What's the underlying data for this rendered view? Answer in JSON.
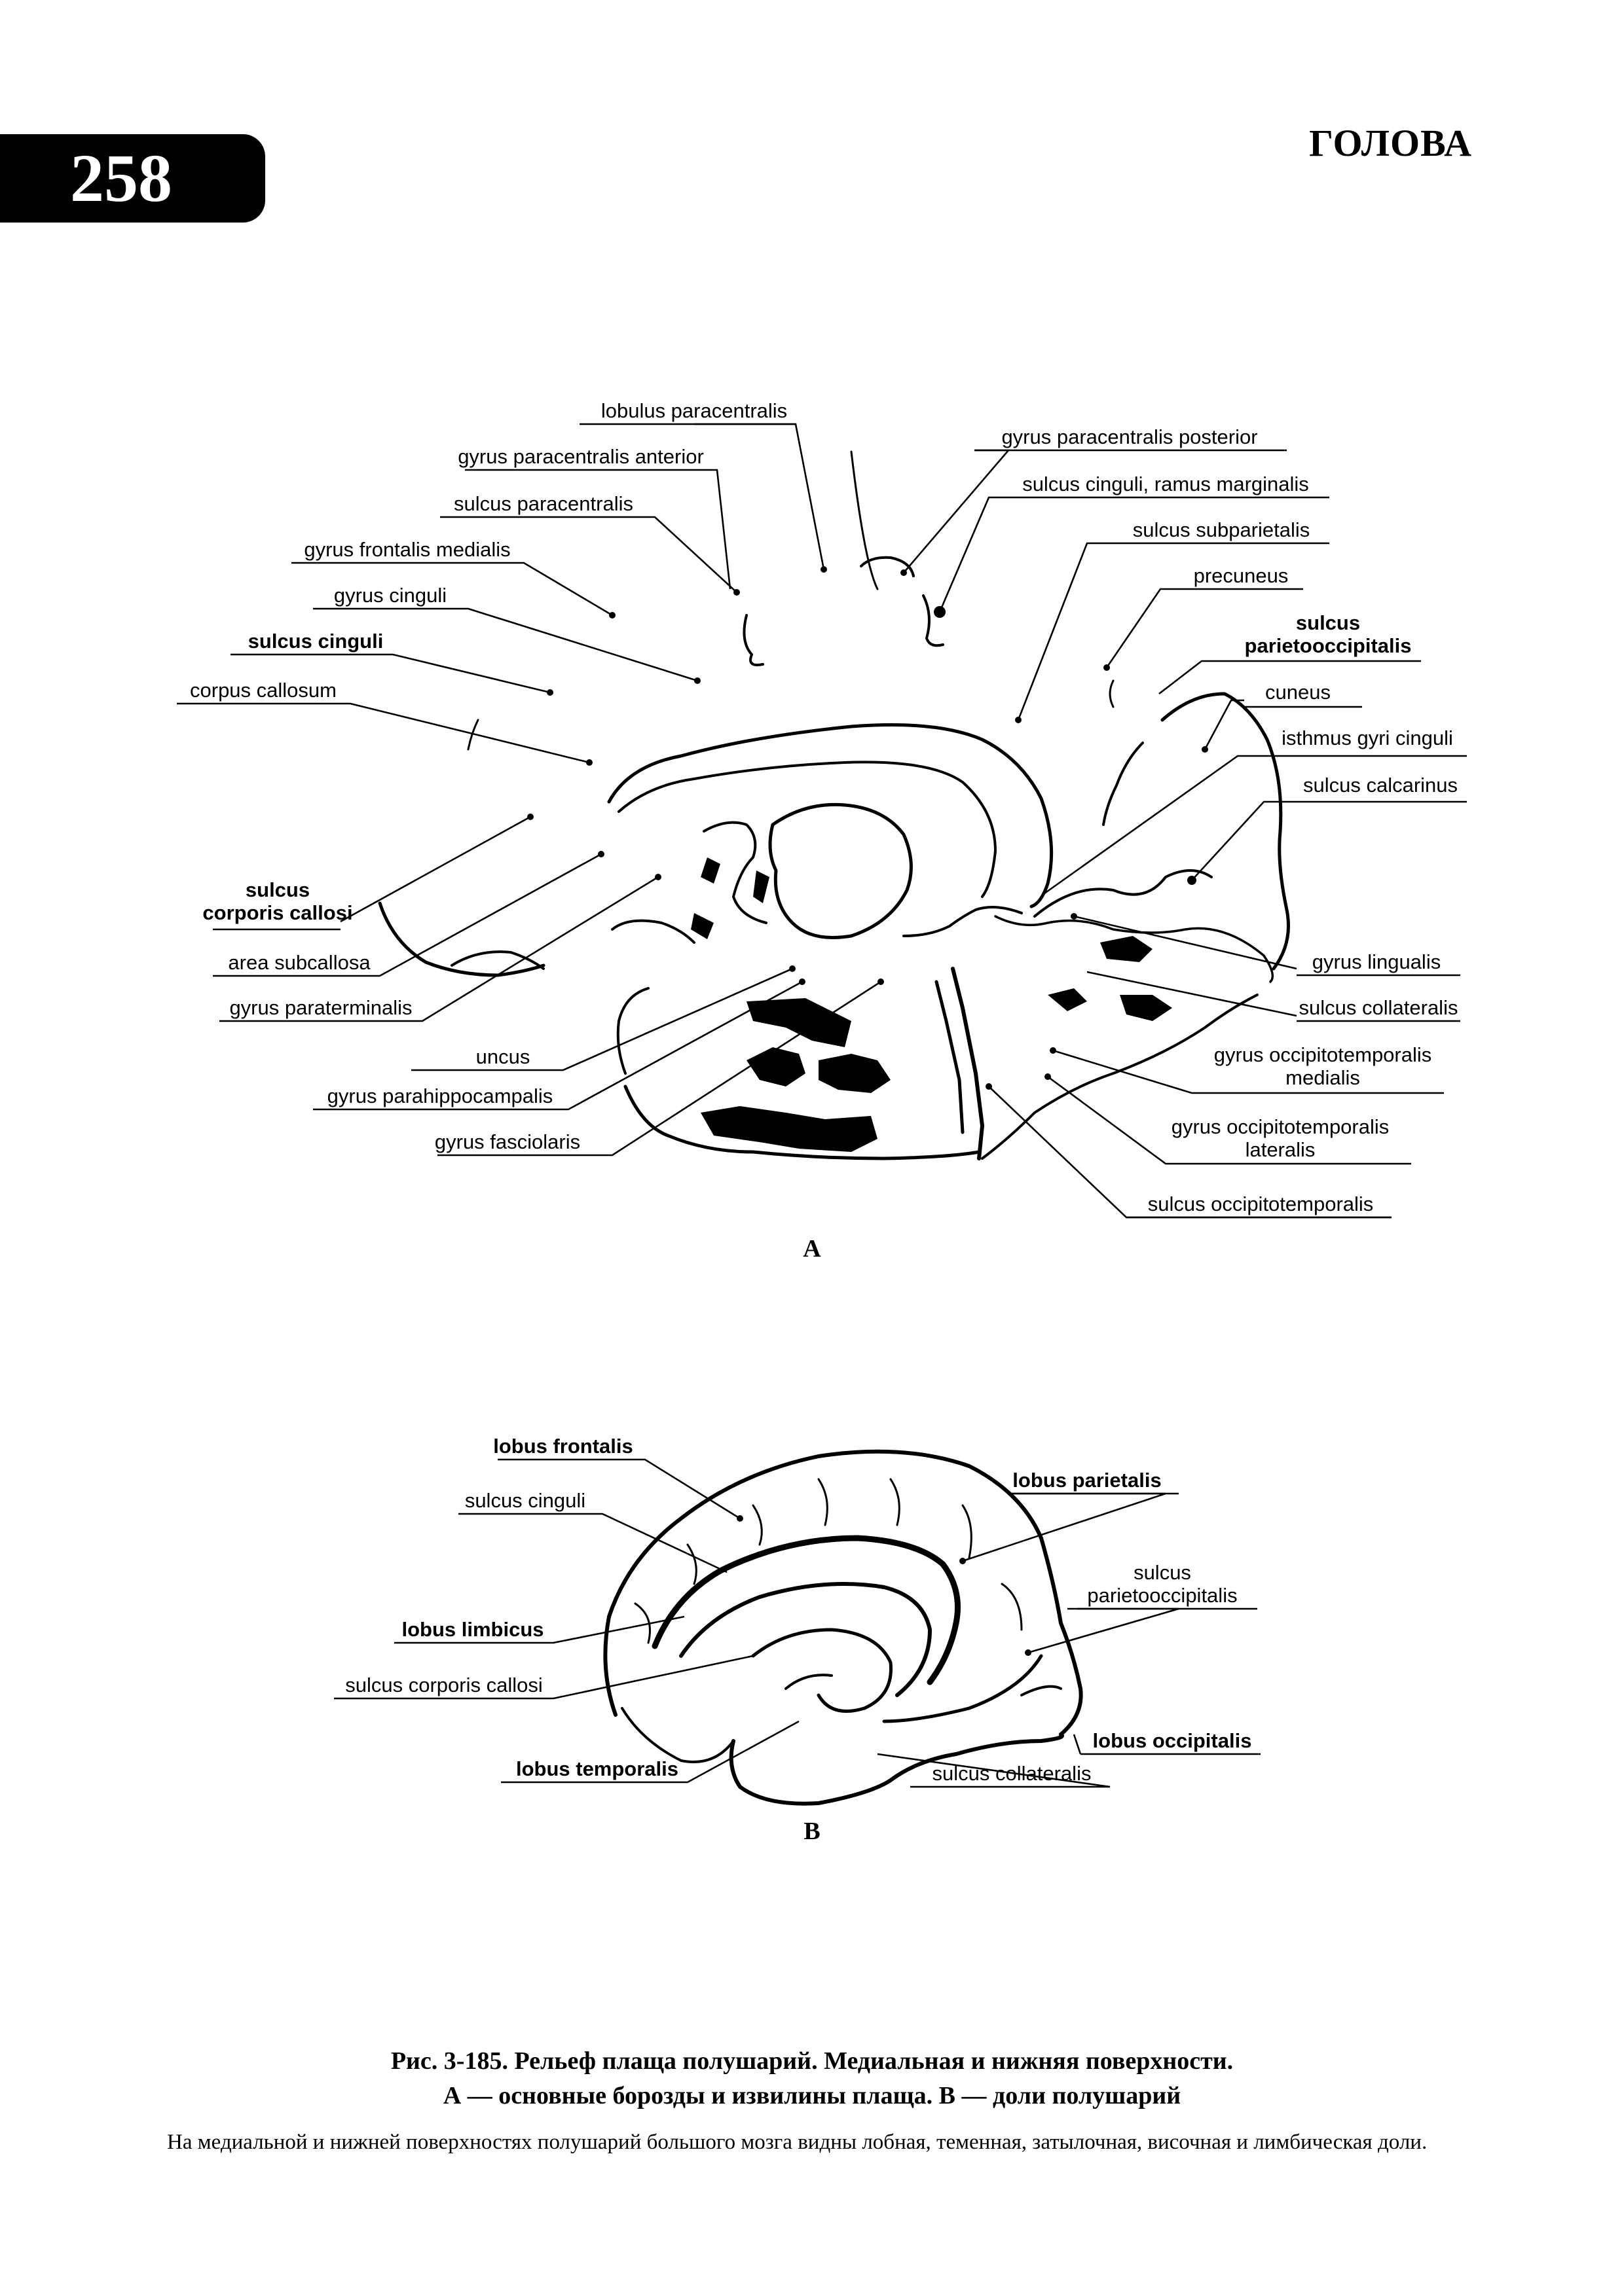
{
  "header": {
    "page_number": "258",
    "section_title": "ГОЛОВА"
  },
  "figure_a": {
    "letter": "А",
    "labels": {
      "lobulus_paracentralis": "lobulus paracentralis",
      "gyrus_paracentralis_anterior": "gyrus paracentralis anterior",
      "sulcus_paracentralis": "sulcus paracentralis",
      "gyrus_frontalis_medialis": "gyrus frontalis medialis",
      "gyrus_cinguli": "gyrus cinguli",
      "sulcus_cinguli": "sulcus cinguli",
      "corpus_callosum": "corpus callosum",
      "sulcus_corporis_callosi_1": "sulcus",
      "sulcus_corporis_callosi_2": "corporis callosi",
      "area_subcallosa": "area subcallosa",
      "gyrus_paraterminalis": "gyrus paraterminalis",
      "uncus": "uncus",
      "gyrus_parahippocampalis": "gyrus parahippocampalis",
      "gyrus_fasciolaris": "gyrus fasciolaris",
      "gyrus_paracentralis_posterior": "gyrus paracentralis posterior",
      "sulcus_cinguli_ramus_marginalis": "sulcus cinguli, ramus marginalis",
      "sulcus_subparietalis": "sulcus subparietalis",
      "precuneus": "precuneus",
      "sulcus_parietooccipitalis_1": "sulcus",
      "sulcus_parietooccipitalis_2": "parietooccipitalis",
      "cuneus": "cuneus",
      "isthmus_gyri_cinguli": "isthmus gyri cinguli",
      "sulcus_calcarinus": "sulcus calcarinus",
      "gyrus_lingualis": "gyrus lingualis",
      "sulcus_collateralis": "sulcus collateralis",
      "gyrus_occipitotemporalis_medialis_1": "gyrus occipitotemporalis",
      "gyrus_occipitotemporalis_medialis_2": "medialis",
      "gyrus_occipitotemporalis_lateralis_1": "gyrus occipitotemporalis",
      "gyrus_occipitotemporalis_lateralis_2": "lateralis",
      "sulcus_occipitotemporalis": "sulcus occipitotemporalis"
    }
  },
  "figure_b": {
    "letter": "В",
    "labels": {
      "lobus_frontalis": "lobus frontalis",
      "sulcus_cinguli": "sulcus cinguli",
      "lobus_limbicus": "lobus limbicus",
      "sulcus_corporis_callosi": "sulcus corporis callosi",
      "lobus_temporalis": "lobus temporalis",
      "lobus_parietalis": "lobus parietalis",
      "sulcus_parietooccipitalis_1": "sulcus",
      "sulcus_parietooccipitalis_2": "parietooccipitalis",
      "lobus_occipitalis": "lobus occipitalis",
      "sulcus_collateralis": "sulcus collateralis"
    }
  },
  "caption": {
    "line1": "Рис. 3-185. Рельеф плаща полушарий. Медиальная и нижняя поверхности.",
    "line2": "А — основные борозды и извилины плаща. В — доли полушарий",
    "text": "На медиальной и нижней поверхностях полушарий большого мозга видны лобная, теменная, затылочная, височная и лимбическая доли."
  }
}
